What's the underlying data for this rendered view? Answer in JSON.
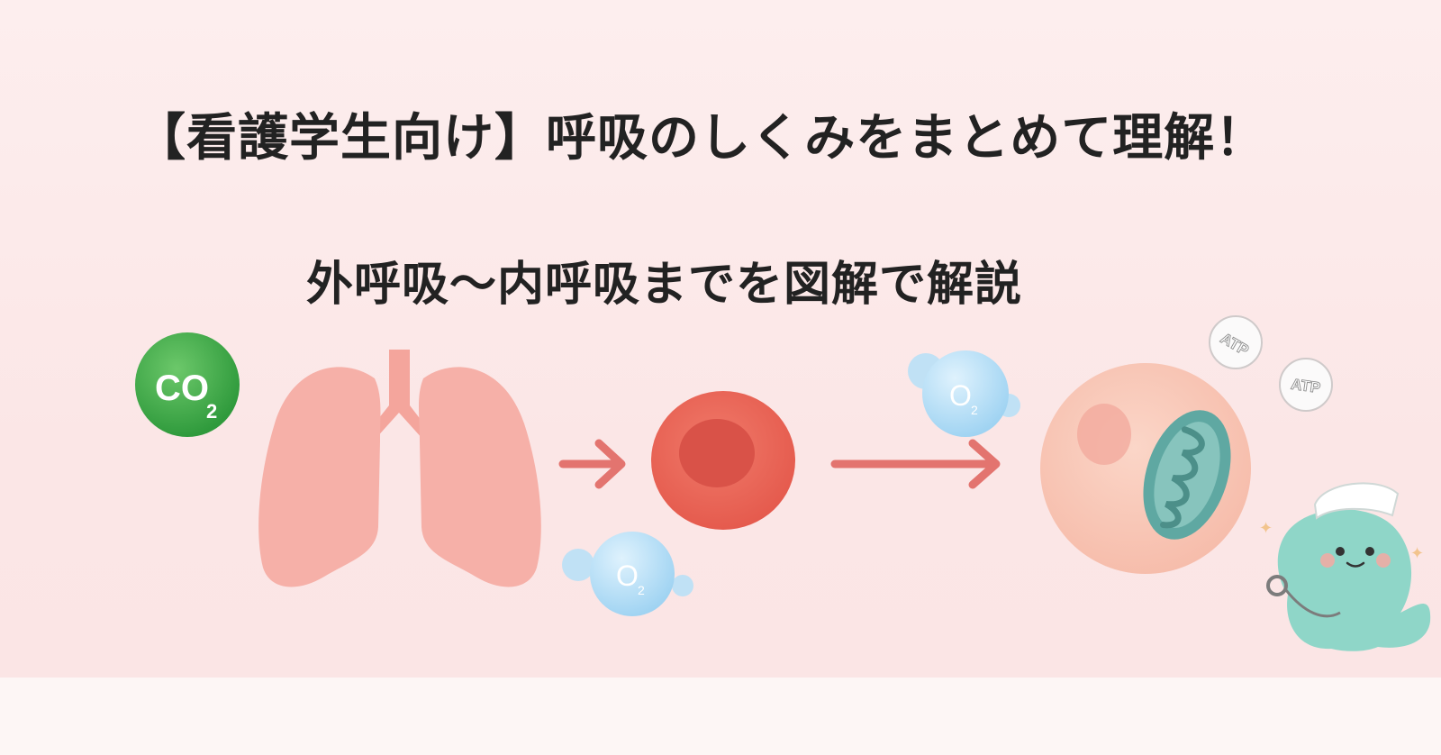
{
  "title": "【看護学生向け】呼吸のしくみをまとめて理解！",
  "subtitle": "外呼吸〜内呼吸までを図解で解説",
  "badges": {
    "co2": "CO2",
    "o2": "O2",
    "atp": "ATP"
  },
  "colors": {
    "background": "#fbe6e6",
    "lung": "#f6b0a8",
    "red_blood_cell": "#e86a5c",
    "arrow": "#e3746f",
    "co2_badge": "#3aa845",
    "o2_bubble": "#a9daf5",
    "cell": "#f9c7b9",
    "mitochondria": "#5fa8a2",
    "mascot": "#8fd6c8"
  }
}
